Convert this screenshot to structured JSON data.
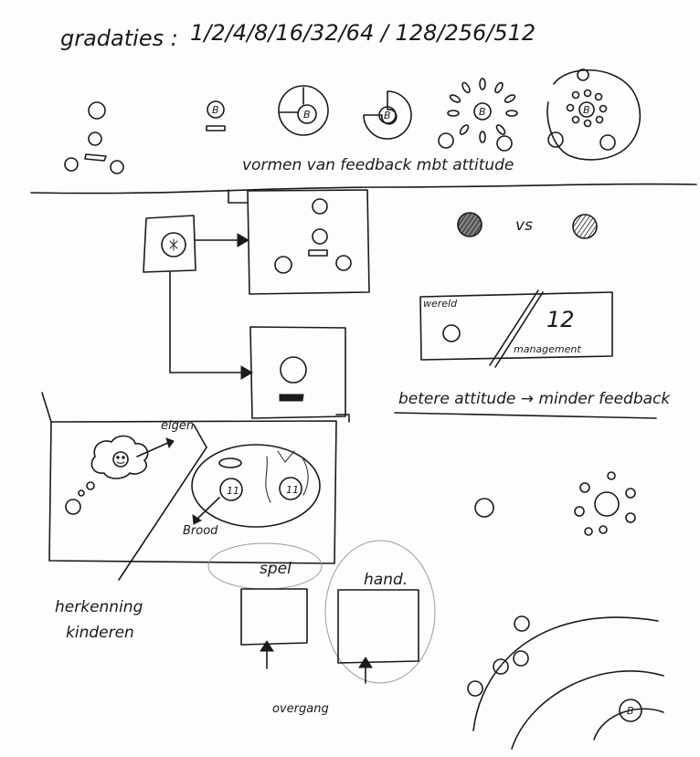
{
  "header": {
    "title": "gradaties :",
    "scale": "1/2/4/8/16/32/64 / 128/256/512"
  },
  "shapes_row": {
    "caption": "vormen van feedback mbt attitude",
    "badge_letter": "B"
  },
  "comparison": {
    "versus": "vs"
  },
  "world_box": {
    "left_label": "wereld",
    "number": "12",
    "right_label": "management"
  },
  "formula": {
    "text": "betere attitude → minder feedback"
  },
  "lower_scene": {
    "own_label": "eigen",
    "bread_label": "Brood",
    "recognition_line1": "herkenning",
    "recognition_line2": "kinderen",
    "play_label": "spel",
    "hand_label": "hand.",
    "transition_label": "overgang",
    "bubble_digits": "11",
    "corner_badge": "B"
  }
}
